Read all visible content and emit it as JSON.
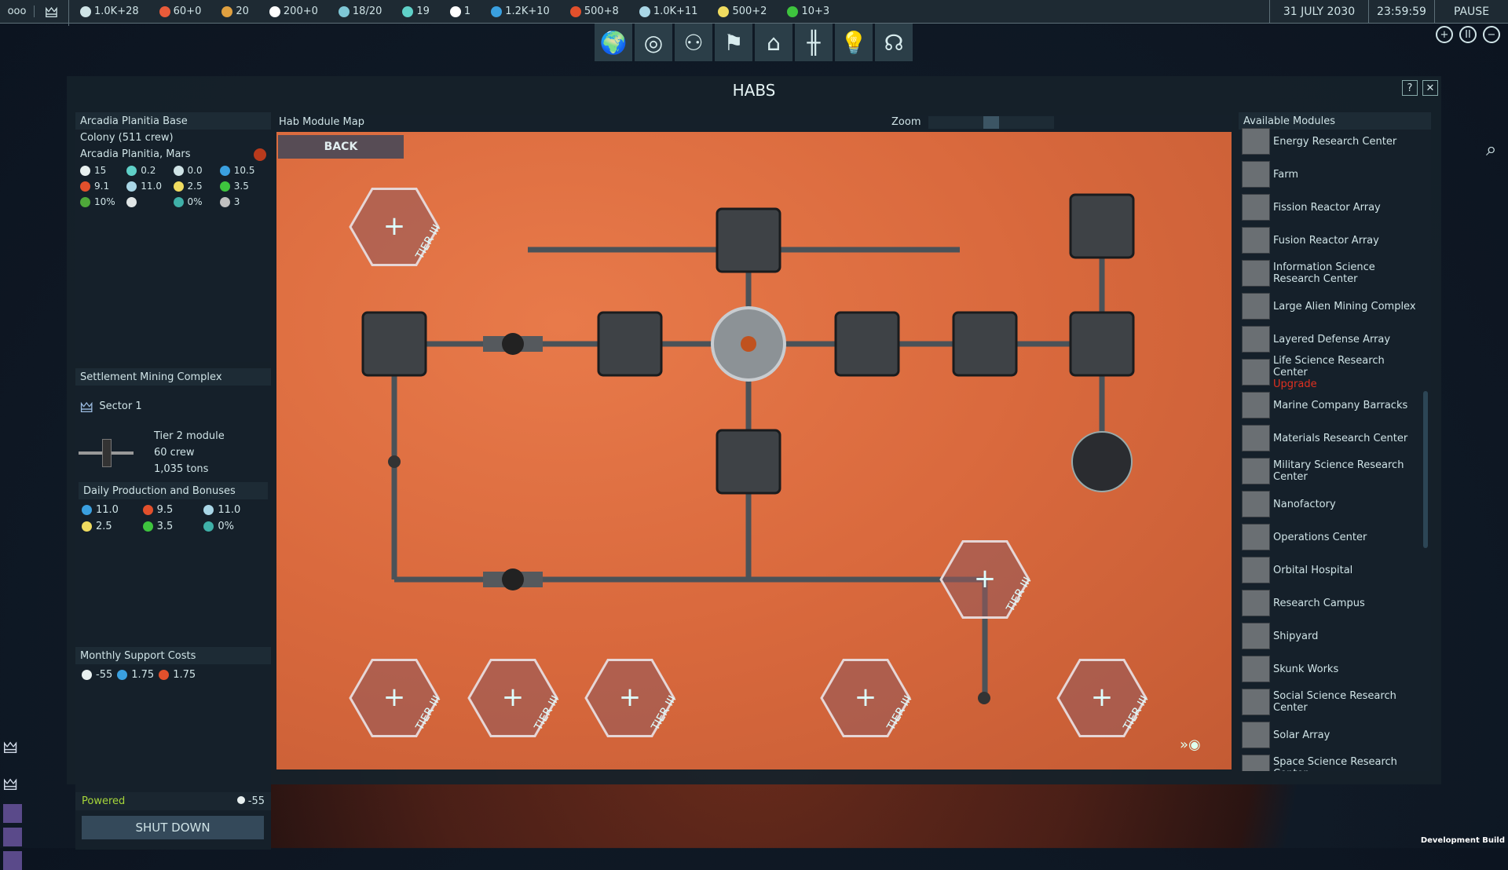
{
  "topbar": {
    "menu": "ooo",
    "resources": [
      {
        "icon": "influence-icon",
        "value": "1.0K+28",
        "color": "#cfe3e6"
      },
      {
        "icon": "ops-icon",
        "value": "60+0",
        "color": "#e85b3a"
      },
      {
        "icon": "boost-icon",
        "value": "20",
        "color": "#e0a040"
      },
      {
        "icon": "rocket-icon",
        "value": "200+0",
        "color": "#ffffff"
      },
      {
        "icon": "mission-control-icon",
        "value": "18/20",
        "color": "#7fc7d6"
      },
      {
        "icon": "research-icon",
        "value": "19",
        "color": "#5fd0c8"
      },
      {
        "icon": "project-icon",
        "value": "1",
        "color": "#ffffff"
      },
      {
        "icon": "water-icon",
        "value": "1.2K+10",
        "color": "#3aa0e0"
      },
      {
        "icon": "volatiles-icon",
        "value": "500+8",
        "color": "#e2502c"
      },
      {
        "icon": "metals-icon",
        "value": "1.0K+11",
        "color": "#a9d6e6"
      },
      {
        "icon": "noble-metals-icon",
        "value": "500+2",
        "color": "#f0dc60"
      },
      {
        "icon": "fissiles-icon",
        "value": "10+3",
        "color": "#3ec43e"
      }
    ],
    "date": "31 JULY 2030",
    "time": "23:59:59",
    "pause": "PAUSE"
  },
  "nav": [
    "globe-icon",
    "solar-system-icon",
    "network-icon",
    "flag-icon",
    "habs-icon",
    "fleets-icon",
    "lightbulb-icon",
    "mind-icon"
  ],
  "dialog": {
    "title": "HABS",
    "help": "?",
    "close": "✕"
  },
  "base": {
    "name": "Arcadia Planitia Base",
    "type": "Colony (511 crew)",
    "location": "Arcadia Planitia, Mars",
    "stats": [
      {
        "icon": "power-icon",
        "value": "15",
        "color": "#e8f0f0"
      },
      {
        "icon": "research-icon",
        "value": "0.2",
        "color": "#5fd0c8"
      },
      {
        "icon": "mission-control-icon",
        "value": "0.0",
        "color": "#cfe3e6"
      },
      {
        "icon": "water-icon",
        "value": "10.5",
        "color": "#3aa0e0"
      },
      {
        "icon": "volatiles-icon",
        "value": "9.1",
        "color": "#e2502c"
      },
      {
        "icon": "metals-icon",
        "value": "11.0",
        "color": "#a9d6e6"
      },
      {
        "icon": "noble-metals-icon",
        "value": "2.5",
        "color": "#f0dc60"
      },
      {
        "icon": "fissiles-icon",
        "value": "3.5",
        "color": "#3ec43e"
      },
      {
        "icon": "farm-icon",
        "value": "10%",
        "color": "#4fa83a"
      },
      {
        "icon": "fuel-icon",
        "value": "",
        "color": "#e0e6e6"
      },
      {
        "icon": "shipbuilding-icon",
        "value": "0%",
        "color": "#3fb0a8"
      },
      {
        "icon": "defense-icon",
        "value": "3",
        "color": "#c0c0c0"
      }
    ]
  },
  "module": {
    "name": "Settlement Mining Complex",
    "sector": "Sector 1",
    "tier": "Tier 2 module",
    "crew": "60 crew",
    "mass": "1,035 tons",
    "production_title": "Daily Production and Bonuses",
    "production": [
      {
        "icon": "water-icon",
        "value": "11.0",
        "color": "#3aa0e0"
      },
      {
        "icon": "volatiles-icon",
        "value": "9.5",
        "color": "#e2502c"
      },
      {
        "icon": "metals-icon",
        "value": "11.0",
        "color": "#a9d6e6"
      },
      {
        "icon": "noble-metals-icon",
        "value": "2.5",
        "color": "#f0dc60"
      },
      {
        "icon": "fissiles-icon",
        "value": "3.5",
        "color": "#3ec43e"
      },
      {
        "icon": "shipbuilding-icon",
        "value": "0%",
        "color": "#3fb0a8"
      }
    ],
    "support_title": "Monthly Support Costs",
    "support": [
      {
        "icon": "power-icon",
        "value": "-55",
        "color": "#e8f0f0"
      },
      {
        "icon": "water-icon",
        "value": "1.75",
        "color": "#3aa0e0"
      },
      {
        "icon": "volatiles-icon",
        "value": "1.75",
        "color": "#e2502c"
      }
    ],
    "status": "Powered",
    "status_color": "#a6d63a",
    "power": "-55",
    "shutdown": "SHUT DOWN"
  },
  "map": {
    "title": "Hab Module Map",
    "zoom_label": "Zoom",
    "zoom_value": 0.5,
    "back": "BACK",
    "slot_plus": "+",
    "slot_tier": "TIER III"
  },
  "modules_panel": {
    "title": "Available Modules",
    "items": [
      {
        "name": "Energy Research Center"
      },
      {
        "name": "Farm"
      },
      {
        "name": "Fission Reactor Array"
      },
      {
        "name": "Fusion Reactor Array"
      },
      {
        "name": "Information Science Research Center"
      },
      {
        "name": "Large Alien Mining Complex"
      },
      {
        "name": "Layered Defense Array"
      },
      {
        "name": "Life Science Research Center",
        "note": "Upgrade"
      },
      {
        "name": "Marine Company Barracks"
      },
      {
        "name": "Materials Research Center"
      },
      {
        "name": "Military Science Research Center"
      },
      {
        "name": "Nanofactory"
      },
      {
        "name": "Operations Center"
      },
      {
        "name": "Orbital Hospital"
      },
      {
        "name": "Research Campus"
      },
      {
        "name": "Shipyard"
      },
      {
        "name": "Skunk Works"
      },
      {
        "name": "Social Science Research Center"
      },
      {
        "name": "Solar Array"
      },
      {
        "name": "Space Science Research Center"
      }
    ]
  },
  "footer": "Development Build"
}
